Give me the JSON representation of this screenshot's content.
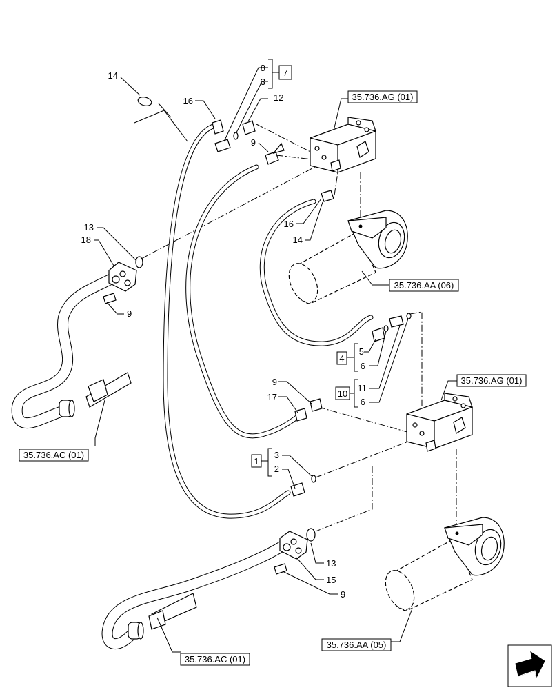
{
  "callouts": {
    "c14_top": "14",
    "c16_top": "16",
    "c8": "8",
    "c3_top": "3",
    "c7": "7",
    "c12": "12",
    "c9_top": "9",
    "c16_mid": "16",
    "c14_mid": "14",
    "c13_left": "13",
    "c18": "18",
    "c9_left": "9",
    "c4": "4",
    "c5": "5",
    "c6_a": "6",
    "c10": "10",
    "c11": "11",
    "c6_b": "6",
    "c9_mid": "9",
    "c17": "17",
    "c1": "1",
    "c3_bot": "3",
    "c2": "2",
    "c13_bot": "13",
    "c15": "15",
    "c9_bot": "9"
  },
  "references": {
    "ag_top": "35.736.AG (01)",
    "aa_top": "35.736.AA (06)",
    "ag_bot": "35.736.AG (01)",
    "ac_left": "35.736.AC (01)",
    "ac_bot": "35.736.AC (01)",
    "aa_bot": "35.736.AA (05)"
  },
  "icons": {
    "nav": "arrow-back-icon"
  }
}
